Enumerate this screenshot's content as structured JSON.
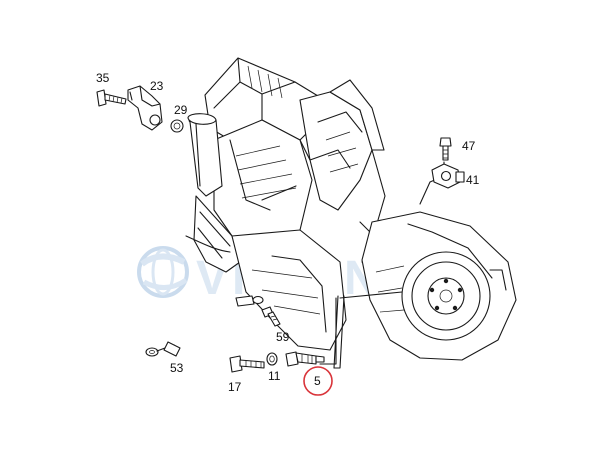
{
  "diagram": {
    "callouts": [
      {
        "id": "35",
        "text": "35"
      },
      {
        "id": "23",
        "text": "23"
      },
      {
        "id": "29",
        "text": "29"
      },
      {
        "id": "47",
        "text": "47"
      },
      {
        "id": "41",
        "text": "41"
      },
      {
        "id": "59",
        "text": "59"
      },
      {
        "id": "53",
        "text": "53"
      },
      {
        "id": "17",
        "text": "17"
      },
      {
        "id": "11",
        "text": "11"
      },
      {
        "id": "5",
        "text": "5"
      }
    ],
    "highlighted_part": "5",
    "watermark_text": "VISION",
    "colors": {
      "line": "#1a1a1a",
      "highlight_circle": "#d9343a",
      "watermark": "#bcd3ea"
    }
  }
}
